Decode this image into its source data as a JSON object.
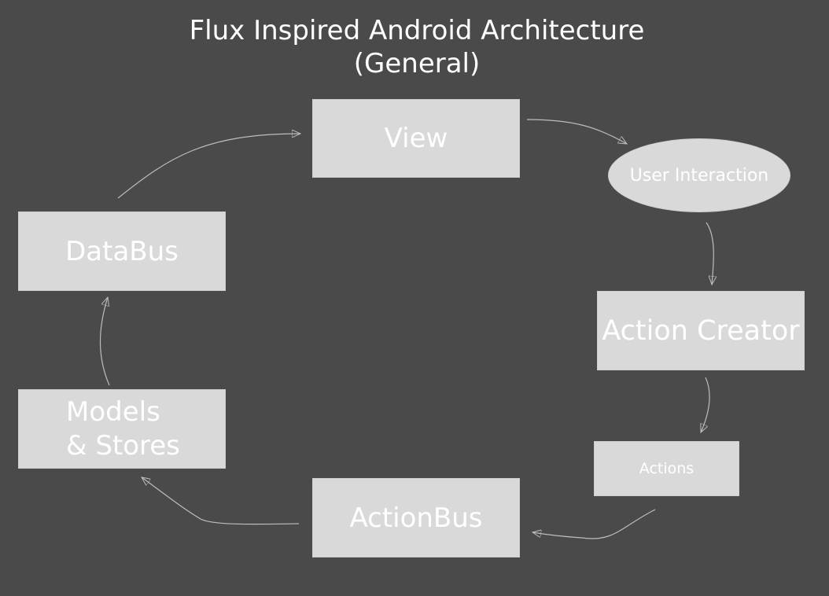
{
  "title": {
    "line1": "Flux Inspired Android Architecture",
    "line2": "(General)"
  },
  "nodes": {
    "view": "View",
    "user_interaction": "User Interaction",
    "action_creator": "Action Creator",
    "actions": "Actions",
    "action_bus": "ActionBus",
    "models_stores_line1": "Models",
    "models_stores_line2": "& Stores",
    "data_bus": "DataBus"
  },
  "colors": {
    "background": "#4a4a4a",
    "node_fill": "#d9d9d9",
    "text": "#ffffff",
    "arrow": "#bdbdbd"
  }
}
